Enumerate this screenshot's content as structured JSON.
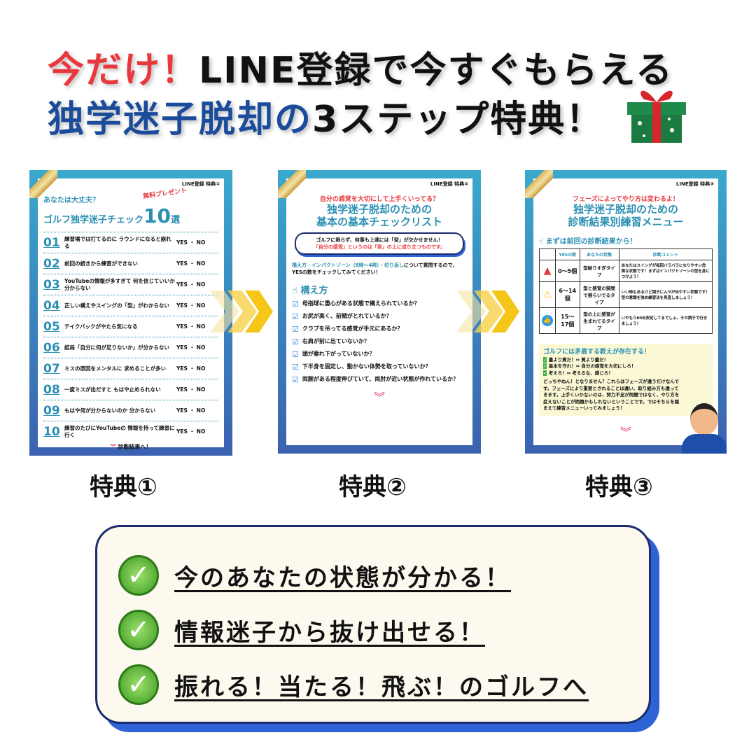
{
  "headline": {
    "line1_red": "今だけ！",
    "line1": "LINE登録で今すぐもらえる",
    "line2_blue": "独学迷子脱却の",
    "line2": "3ステップ特典！"
  },
  "card1": {
    "tag": "LINE登録 特典①",
    "ribbon_text": "無料プレゼント",
    "pre": "あなたは大丈夫？",
    "title": "ゴルフ独学迷子チェック",
    "title_num": "10",
    "title_end": "選",
    "yesno": "YES ・ NO",
    "items": [
      {
        "n": "01",
        "q": "練習場では打てるのに ラウンドになると崩れる"
      },
      {
        "n": "02",
        "q": "前回の続きから練習ができない"
      },
      {
        "n": "03",
        "q": "YouTubeの情報が多すぎて 何を信じていいか分からない"
      },
      {
        "n": "04",
        "q": "正しい構えやスイングの「型」がわからない"
      },
      {
        "n": "05",
        "q": "テイクバックがやたら気になる"
      },
      {
        "n": "06",
        "q": "結局「自分に何が足りないか」が分からない"
      },
      {
        "n": "07",
        "q": "ミスの原因をメンタルに 求めることが多い"
      },
      {
        "n": "08",
        "q": "一度ミスが出だすと もはや止められない"
      },
      {
        "n": "09",
        "q": "もはや何が分からないのか 分からない"
      },
      {
        "n": "10",
        "q": "練習のたびにYouTubeの 情報を持って練習に行く"
      }
    ],
    "footer": "診断結果へ！"
  },
  "card2": {
    "tag": "LINE登録 特典②",
    "sub": "自分の感覚を大切にして上手くいってる？",
    "title1": "独学迷子脱却のための",
    "title2": "基本の基本チェックリスト",
    "box1": "ゴルフに限らず、何事も上達には「型」が欠かせません！",
    "box2": "「自分の感覚」というのは「型」の上に成り立つものです。",
    "intro_blue": "構え方・インパクトゾーン（8時〜4時）・切り返し",
    "intro": "について質問するので、YESの数をチェックしてみてください！",
    "section": "構え方",
    "items": [
      "母指球に重心がある状態で構えられているか？",
      "お尻が高く、前傾がとれているか？",
      "クラブを吊ってる感覚が手元にあるか？",
      "右肩が前に出ていないか？",
      "頭が垂れ下がっていないか？",
      "下半身を固定し、動かない体勢を取っていないか？",
      "両腕がある程度伸びていて、両肘が近い状態が作れているか？"
    ]
  },
  "card3": {
    "tag": "LINE登録 特典③",
    "sub": "フェーズによってやり方は変わるよ！",
    "title1": "独学迷子脱却のための",
    "title2": "診断結果別練習メニュー",
    "section": "まずは前回の診断結果から！",
    "headers": [
      "YESの数",
      "あなたの状態",
      "診断コメント"
    ],
    "rows": [
      {
        "icon": "danger-icon",
        "count": "0〜5個",
        "state": "型破りすぎタイプ",
        "comment": "あなたはスイングが毎回バラバラになりやすい危険な状態です！まずはインパクトゾーンの型を身につけよう！"
      },
      {
        "icon": "warning-icon",
        "count": "6〜14個",
        "state": "型と感覚の狭間で揺らいでるタイプ",
        "comment": "いい時もあるけど調子にムラが出やすい状態です！型の意識を強め練習法を見直しましょう！"
      },
      {
        "icon": "thumbs-up-icon",
        "count": "15〜17個",
        "state": "型の上に感覚が生まれてるタイプ",
        "comment": "いやもう80台安定してるでしょ。その調子で行きましょう！"
      }
    ],
    "note_title": "ゴルフには矛盾する教えが存在する！",
    "note_items": [
      "量より質だ！⇔ 質より量だ！",
      "基本を守れ！⇔ 自分の感覚を大切にしろ！",
      "考えろ！⇔ 考えるな、感じろ！"
    ],
    "note_body": "どっちやねん！となりません？これらはフェーズが違うだけなんです。フェーズにより重要とされることは違い、取り組み方も違ってきます。上手くいかないのは、努力不足が問題ではなく、やり方を変えないことが問題かもしれないということです。ではそちらを踏まえて練習メニューいってみましょう！"
  },
  "labels": [
    "特典①",
    "特典②",
    "特典③"
  ],
  "benefits": [
    "今のあなたの状態が分かる！",
    "情報迷子から抜け出せる！",
    "振れる！当たる！飛ぶ！のゴルフへ"
  ],
  "colors": {
    "red": "#e8383d",
    "blue": "#1b4c9b",
    "teal": "#2b8fb3",
    "shadow": "#2e63d6"
  }
}
